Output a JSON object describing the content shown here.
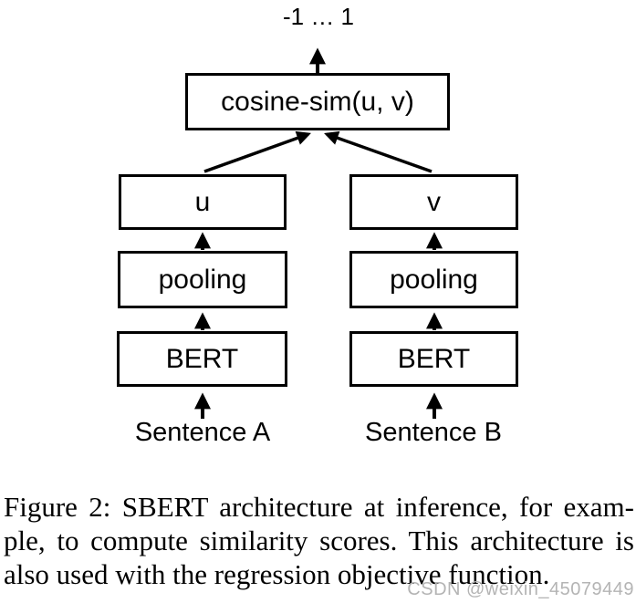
{
  "figure": {
    "output_range_label": "-1 … 1",
    "boxes": {
      "cosine": "cosine-sim(u, v)",
      "u": "u",
      "v": "v",
      "pooling_left": "pooling",
      "pooling_right": "pooling",
      "bert_left": "BERT",
      "bert_right": "BERT"
    },
    "inputs": {
      "sentence_a": "Sentence A",
      "sentence_b": "Sentence B"
    }
  },
  "caption": {
    "lines": [
      "Figure 2: SBERT architecture at inference, for exam-",
      "ple, to compute similarity scores. This architecture is",
      "also used with the regression objective function."
    ]
  },
  "watermark": {
    "text": "CSDN @weixin_45079449",
    "color": "#b4b4b4"
  },
  "colors": {
    "ink": "#000000",
    "background": "#ffffff"
  }
}
